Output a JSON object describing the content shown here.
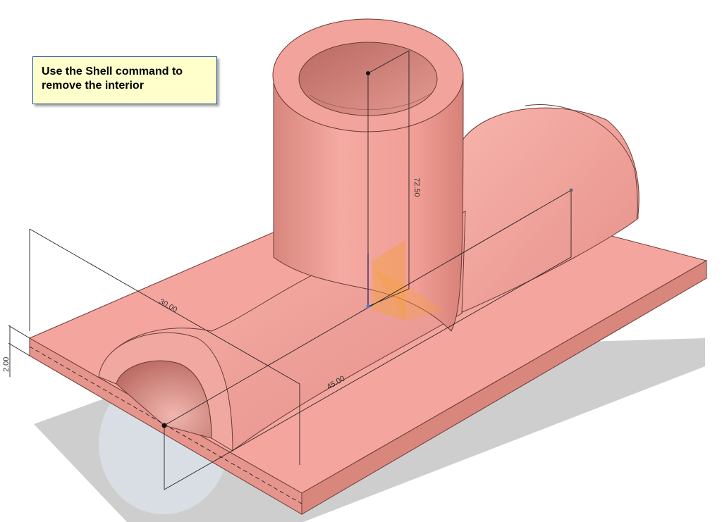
{
  "tooltip": {
    "text": "Use the Shell command to remove the interior"
  },
  "dimensions": {
    "width": "30.00",
    "length": "45.00",
    "height": "72.50",
    "thickness": "2.00"
  },
  "colors": {
    "model": "#f2a49c",
    "model_dark": "#cf7d75",
    "model_light": "#f8bab2",
    "shadow": "#c8c8c8",
    "tooltip_bg": "#ffffcc",
    "tooltip_border": "#1a4fa0",
    "origin_orange": "#f5a040"
  }
}
